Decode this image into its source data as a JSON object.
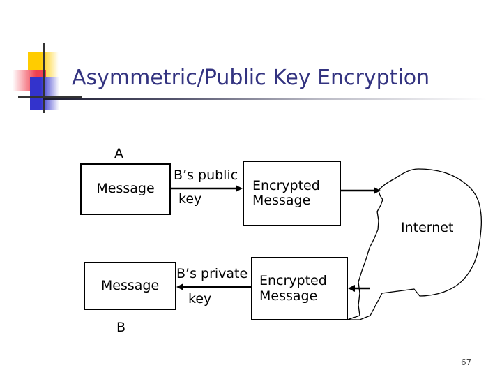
{
  "slide": {
    "title": "Asymmetric/Public Key Encryption",
    "page_number": "67",
    "title_color": "#333380"
  },
  "decoration": {
    "yellow": "#FFCC00",
    "red": "#F04050",
    "blue": "#3333CC",
    "line": "#333333"
  },
  "diagram": {
    "sender_label": "A",
    "receiver_label": "B",
    "boxes": [
      {
        "name": "message-a",
        "text": "Message"
      },
      {
        "name": "encrypted-message-top",
        "line1": "Encrypted",
        "line2": "Message"
      },
      {
        "name": "message-b",
        "text": "Message"
      },
      {
        "name": "encrypted-message-bottom",
        "line1": "Encrypted",
        "line2": "Message"
      }
    ],
    "keys": {
      "public_line1": "B’s public",
      "public_line2": "key",
      "private_line1": "B’s private",
      "private_line2": "key"
    },
    "network_label": "Internet"
  }
}
